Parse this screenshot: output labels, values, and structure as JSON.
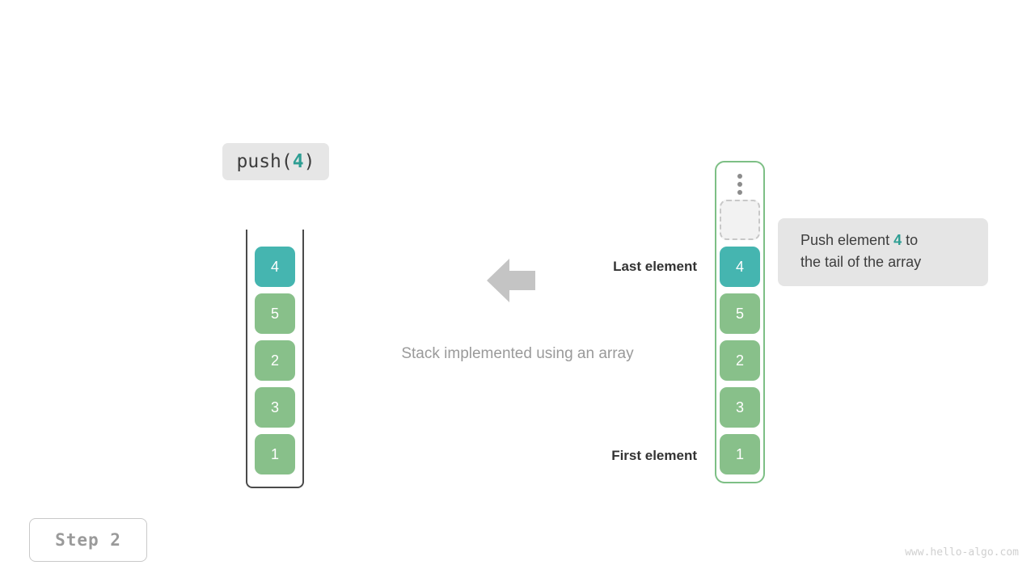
{
  "operation": {
    "prefix": "push(",
    "arg": "4",
    "suffix": ")"
  },
  "stack": {
    "title": "Stack implemented using an array",
    "items": [
      {
        "value": "4",
        "color": "teal"
      },
      {
        "value": "5",
        "color": "green"
      },
      {
        "value": "2",
        "color": "green"
      },
      {
        "value": "3",
        "color": "green"
      },
      {
        "value": "1",
        "color": "green"
      }
    ]
  },
  "array": {
    "ellipsis": "vertical-ellipsis",
    "empty_slot_label": "",
    "items": [
      {
        "value": "4",
        "color": "teal"
      },
      {
        "value": "5",
        "color": "green"
      },
      {
        "value": "2",
        "color": "green"
      },
      {
        "value": "3",
        "color": "green"
      },
      {
        "value": "1",
        "color": "green"
      }
    ]
  },
  "labels": {
    "last_element": "Last element",
    "first_element": "First element"
  },
  "annotation": {
    "line1_prefix": "Push element ",
    "line1_highlight": "4",
    "line1_suffix": " to",
    "line2": "the tail of the array"
  },
  "step": {
    "label": "Step 2"
  },
  "watermark": {
    "text": "www.hello-algo.com"
  },
  "colors": {
    "teal": "#45b5b0",
    "green": "#88c08a",
    "accent_text": "#2e9e93",
    "arrow": "#c4c4c4",
    "bubble_bg": "#e5e5e5",
    "array_border": "#7dbf85",
    "stack_border": "#4a4a4a"
  }
}
